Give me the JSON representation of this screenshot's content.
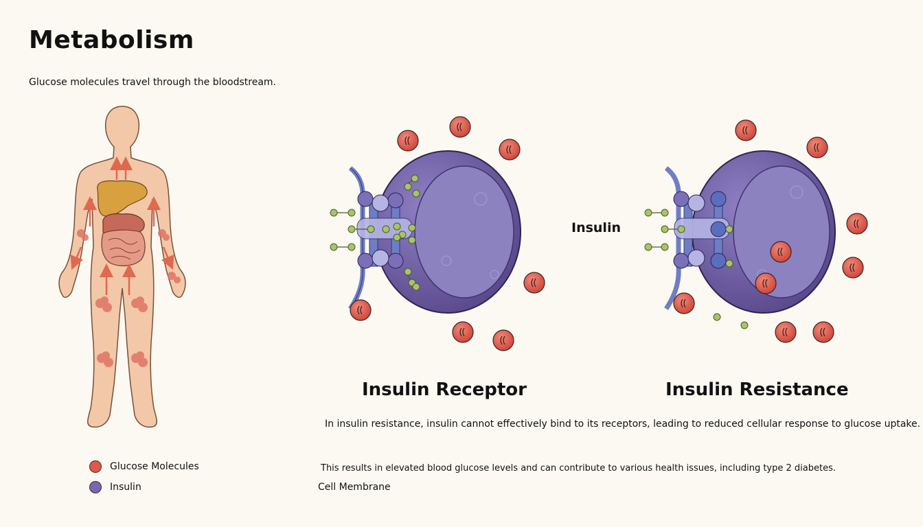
{
  "title": "Metabolism",
  "subtitle": "Glucose molecules travel through the bloodstream.",
  "captions": {
    "receptor": "Insulin Receptor",
    "resistance": "Insulin Resistance",
    "insulin": "Insulin",
    "membrane": "Cell Membrane"
  },
  "descriptions": {
    "line1": "In insulin resistance, insulin cannot effectively bind to its receptors, leading to reduced cellular response to glucose uptake.",
    "line2": "This results in elevated blood glucose levels and can contribute to various health issues, including type 2 diabetes."
  },
  "legend": [
    {
      "label": "Glucose Molecules",
      "color": "#e0584a"
    },
    {
      "label": "Insulin",
      "color": "#7a67b0"
    }
  ],
  "colors": {
    "glucose": "#e0584a",
    "insulin_ball": "#a8c46a",
    "cell": "#6a5a9e",
    "cell_inner": "#8c82c0",
    "receptor": "#6f7ec4",
    "skin": "#f2c8a8",
    "liver": "#d9a040",
    "intestine": "#d98a78",
    "arrow": "#e0684e"
  }
}
